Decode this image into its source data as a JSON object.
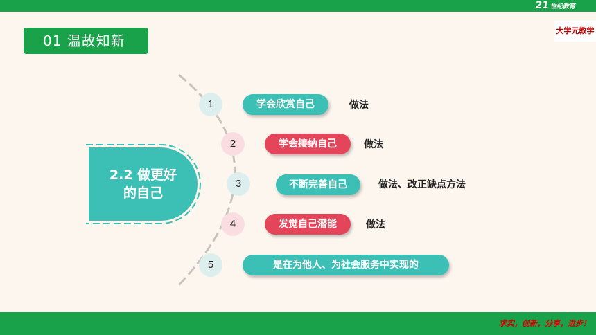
{
  "header": {
    "logo_text": "21",
    "logo_sub": "世纪教育"
  },
  "section": {
    "label": "01  温故知新"
  },
  "side_logo": "大学元教学",
  "hub": {
    "line1": "2.2  做更好",
    "line2": "的自己"
  },
  "items": [
    {
      "num": "1",
      "title": "学会欣赏自己",
      "desc": "做法"
    },
    {
      "num": "2",
      "title": "学会接纳自己",
      "desc": "做法"
    },
    {
      "num": "3",
      "title": "不断完善自己",
      "desc": "做法、改正缺点方法"
    },
    {
      "num": "4",
      "title": "发觉自己潜能",
      "desc": "做法"
    },
    {
      "num": "5",
      "title": "是在为他人、为社会服务中实现的",
      "desc": ""
    }
  ],
  "footer": {
    "slogan": "求实，创新，分享，进步！"
  },
  "colors": {
    "green": "#1aa24a",
    "teal": "#3cbfb4",
    "red": "#e5455a",
    "background": "#fdf6ef"
  }
}
